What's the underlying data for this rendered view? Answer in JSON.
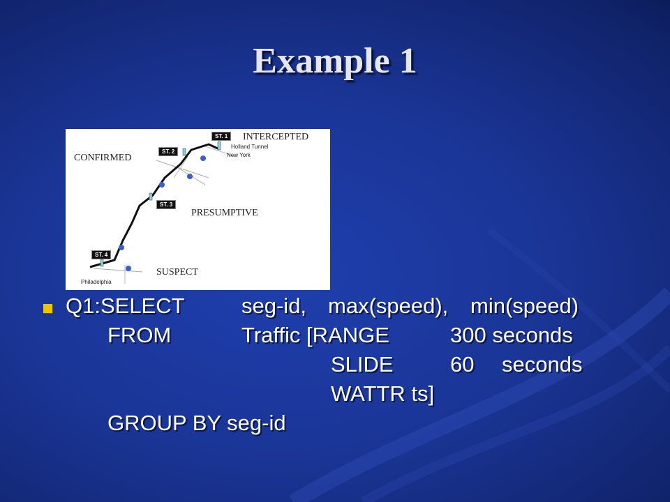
{
  "slide": {
    "title": "Example 1"
  },
  "map": {
    "zones": {
      "intercepted": "INTERCEPTED",
      "confirmed": "CONFIRMED",
      "presumptive": "PRESUMPTIVE",
      "suspect": "SUSPECT"
    },
    "cities": {
      "holland_tunnel": "Holland Tunnel",
      "new_york": "New York",
      "philadelphia": "Philadelphia"
    },
    "stations": {
      "st1": "ST. 1",
      "st2": "ST. 2",
      "st3": "ST. 3",
      "st4": "ST. 4"
    }
  },
  "query": {
    "line1": {
      "c1": "Q1:SELECT",
      "c2": "seg-id,",
      "c3": "max(speed),",
      "c4": "min(speed)"
    },
    "line2": {
      "c1": "FROM",
      "c2": "Traffic [RANGE",
      "c3": "300 seconds"
    },
    "line3": {
      "c1": "SLIDE",
      "c2": "60",
      "c3": "seconds"
    },
    "line4": {
      "c1": "WATTR ts]"
    },
    "line5": {
      "c1": "GROUP BY seg-id"
    }
  }
}
